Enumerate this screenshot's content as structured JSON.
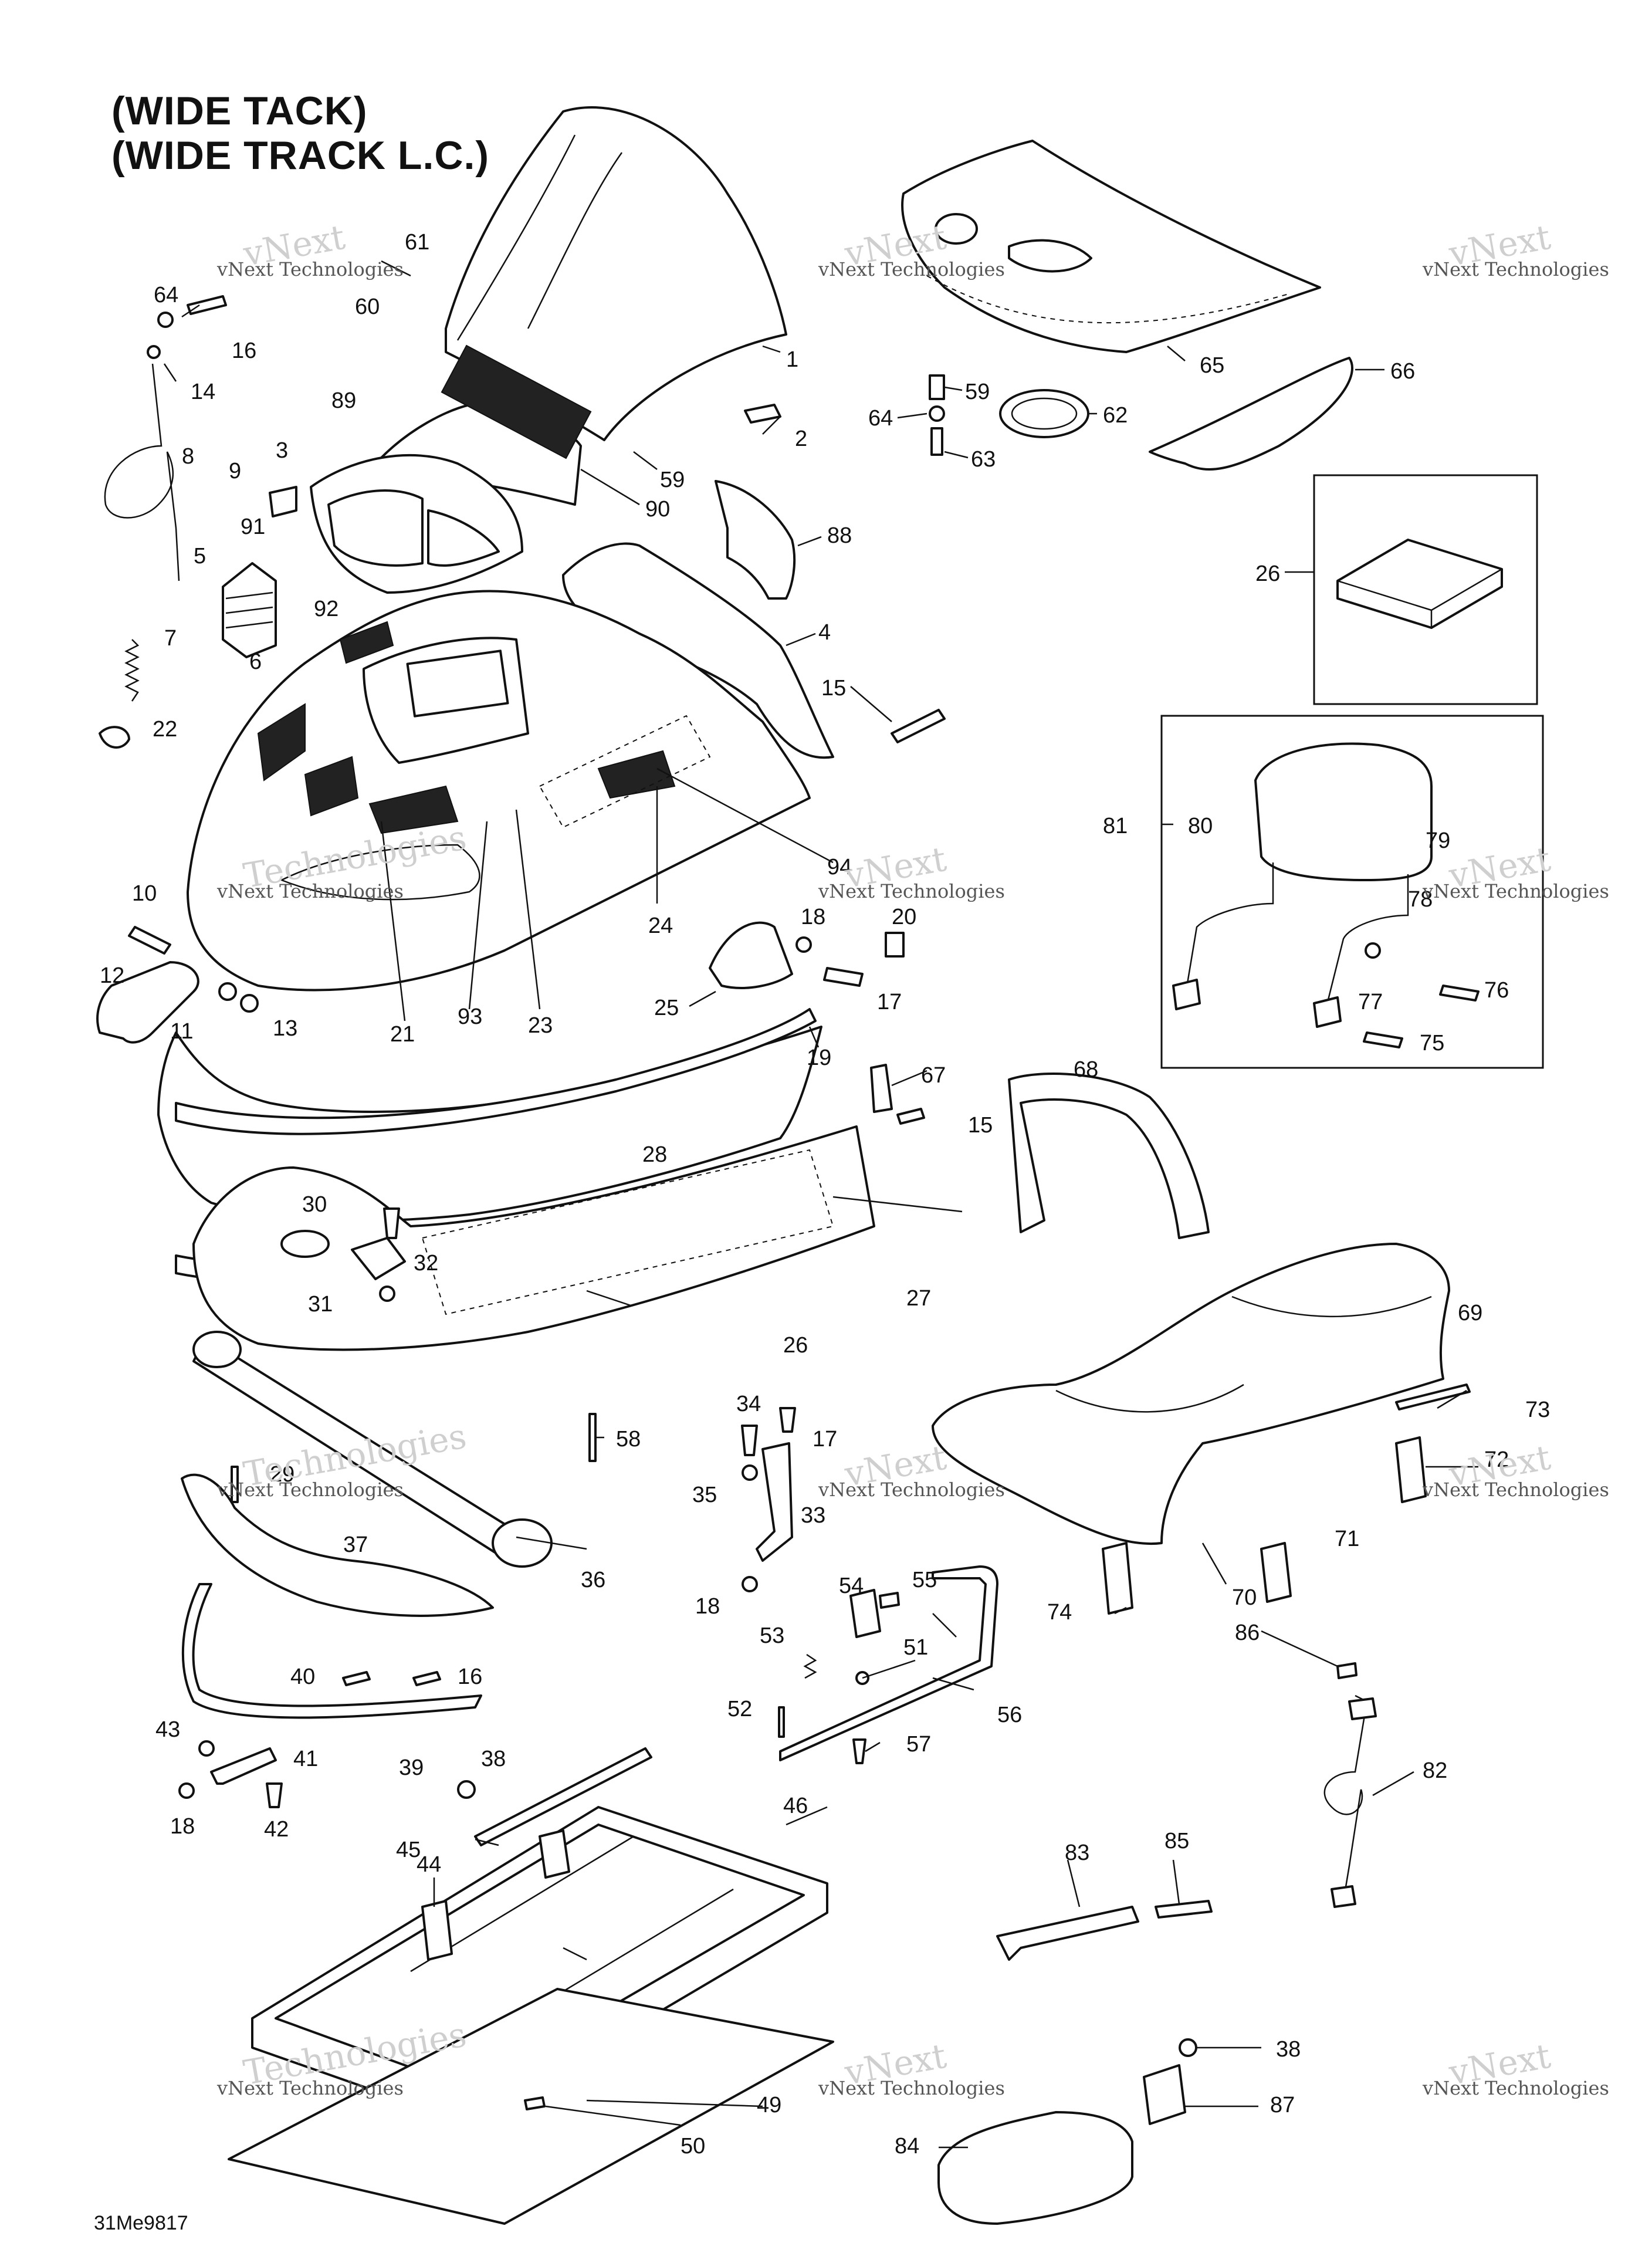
{
  "title": {
    "line1": "(WIDE TACK)",
    "line2": "(WIDE TRACK L.C.)"
  },
  "drawing_code": "31Me9817",
  "watermark": {
    "brand": "vNext",
    "company": "vNext Technologies",
    "big_word": "Technologies"
  },
  "parts": [
    "1",
    "2",
    "3",
    "4",
    "5",
    "6",
    "7",
    "8",
    "9",
    "10",
    "11",
    "12",
    "13",
    "14",
    "15",
    "16",
    "17",
    "18",
    "19",
    "20",
    "21",
    "22",
    "23",
    "24",
    "25",
    "26",
    "27",
    "28",
    "29",
    "30",
    "31",
    "32",
    "33",
    "34",
    "35",
    "36",
    "37",
    "38",
    "39",
    "40",
    "41",
    "42",
    "43",
    "44",
    "45",
    "46",
    "49",
    "50",
    "51",
    "52",
    "53",
    "54",
    "55",
    "56",
    "57",
    "58",
    "59",
    "60",
    "61",
    "62",
    "63",
    "64",
    "65",
    "66",
    "67",
    "68",
    "69",
    "70",
    "71",
    "72",
    "73",
    "74",
    "75",
    "76",
    "77",
    "78",
    "79",
    "80",
    "81",
    "82",
    "83",
    "84",
    "85",
    "86",
    "87",
    "88",
    "89",
    "90",
    "91",
    "92",
    "93",
    "94"
  ],
  "labels": [
    {
      "id": "l61",
      "text": "61"
    },
    {
      "id": "l60",
      "text": "60"
    },
    {
      "id": "l64a",
      "text": "64"
    },
    {
      "id": "l16a",
      "text": "16"
    },
    {
      "id": "l14",
      "text": "14"
    },
    {
      "id": "l8",
      "text": "8"
    },
    {
      "id": "l1",
      "text": "1"
    },
    {
      "id": "l2",
      "text": "2"
    },
    {
      "id": "l59a",
      "text": "59"
    },
    {
      "id": "l64b",
      "text": "64"
    },
    {
      "id": "l63",
      "text": "63"
    },
    {
      "id": "l62",
      "text": "62"
    },
    {
      "id": "l65",
      "text": "65"
    },
    {
      "id": "l66",
      "text": "66"
    },
    {
      "id": "l89",
      "text": "89"
    },
    {
      "id": "l3",
      "text": "3"
    },
    {
      "id": "l9",
      "text": "9"
    },
    {
      "id": "l59b",
      "text": "59"
    },
    {
      "id": "l90",
      "text": "90"
    },
    {
      "id": "l88",
      "text": "88"
    },
    {
      "id": "l91",
      "text": "91"
    },
    {
      "id": "l5",
      "text": "5"
    },
    {
      "id": "l26a",
      "text": "26"
    },
    {
      "id": "l92",
      "text": "92"
    },
    {
      "id": "l4",
      "text": "4"
    },
    {
      "id": "l7",
      "text": "7"
    },
    {
      "id": "l6",
      "text": "6"
    },
    {
      "id": "l15a",
      "text": "15"
    },
    {
      "id": "l22",
      "text": "22"
    },
    {
      "id": "l81",
      "text": "81"
    },
    {
      "id": "l80",
      "text": "80"
    },
    {
      "id": "l79",
      "text": "79"
    },
    {
      "id": "l94",
      "text": "94"
    },
    {
      "id": "l78",
      "text": "78"
    },
    {
      "id": "l10",
      "text": "10"
    },
    {
      "id": "l24",
      "text": "24"
    },
    {
      "id": "l18a",
      "text": "18"
    },
    {
      "id": "l20",
      "text": "20"
    },
    {
      "id": "l12",
      "text": "12"
    },
    {
      "id": "l11",
      "text": "11"
    },
    {
      "id": "l13",
      "text": "13"
    },
    {
      "id": "l21",
      "text": "21"
    },
    {
      "id": "l93",
      "text": "93"
    },
    {
      "id": "l23",
      "text": "23"
    },
    {
      "id": "l25",
      "text": "25"
    },
    {
      "id": "l17a",
      "text": "17"
    },
    {
      "id": "l77",
      "text": "77"
    },
    {
      "id": "l76",
      "text": "76"
    },
    {
      "id": "l75",
      "text": "75"
    },
    {
      "id": "l19",
      "text": "19"
    },
    {
      "id": "l67",
      "text": "67"
    },
    {
      "id": "l68",
      "text": "68"
    },
    {
      "id": "l15b",
      "text": "15"
    },
    {
      "id": "l28",
      "text": "28"
    },
    {
      "id": "l30",
      "text": "30"
    },
    {
      "id": "l32",
      "text": "32"
    },
    {
      "id": "l27",
      "text": "27"
    },
    {
      "id": "l31",
      "text": "31"
    },
    {
      "id": "l26b",
      "text": "26"
    },
    {
      "id": "l69",
      "text": "69"
    },
    {
      "id": "l73",
      "text": "73"
    },
    {
      "id": "l34",
      "text": "34"
    },
    {
      "id": "l17b",
      "text": "17"
    },
    {
      "id": "l58",
      "text": "58"
    },
    {
      "id": "l72",
      "text": "72"
    },
    {
      "id": "l29",
      "text": "29"
    },
    {
      "id": "l35",
      "text": "35"
    },
    {
      "id": "l33",
      "text": "33"
    },
    {
      "id": "l71",
      "text": "71"
    },
    {
      "id": "l37",
      "text": "37"
    },
    {
      "id": "l36",
      "text": "36"
    },
    {
      "id": "l70",
      "text": "70"
    },
    {
      "id": "l18b",
      "text": "18"
    },
    {
      "id": "l54",
      "text": "54"
    },
    {
      "id": "l55",
      "text": "55"
    },
    {
      "id": "l74",
      "text": "74"
    },
    {
      "id": "l86",
      "text": "86"
    },
    {
      "id": "l53",
      "text": "53"
    },
    {
      "id": "l51",
      "text": "51"
    },
    {
      "id": "l40",
      "text": "40"
    },
    {
      "id": "l16b",
      "text": "16"
    },
    {
      "id": "l56",
      "text": "56"
    },
    {
      "id": "l43",
      "text": "43"
    },
    {
      "id": "l52",
      "text": "52"
    },
    {
      "id": "l41",
      "text": "41"
    },
    {
      "id": "l39",
      "text": "39"
    },
    {
      "id": "l57",
      "text": "57"
    },
    {
      "id": "l38a",
      "text": "38"
    },
    {
      "id": "l82",
      "text": "82"
    },
    {
      "id": "l18c",
      "text": "18"
    },
    {
      "id": "l42",
      "text": "42"
    },
    {
      "id": "l46",
      "text": "46"
    },
    {
      "id": "l45",
      "text": "45"
    },
    {
      "id": "l85",
      "text": "85"
    },
    {
      "id": "l44",
      "text": "44"
    },
    {
      "id": "l83",
      "text": "83"
    },
    {
      "id": "l38b",
      "text": "38"
    },
    {
      "id": "l49",
      "text": "49"
    },
    {
      "id": "l87",
      "text": "87"
    },
    {
      "id": "l50",
      "text": "50"
    },
    {
      "id": "l84",
      "text": "84"
    }
  ]
}
